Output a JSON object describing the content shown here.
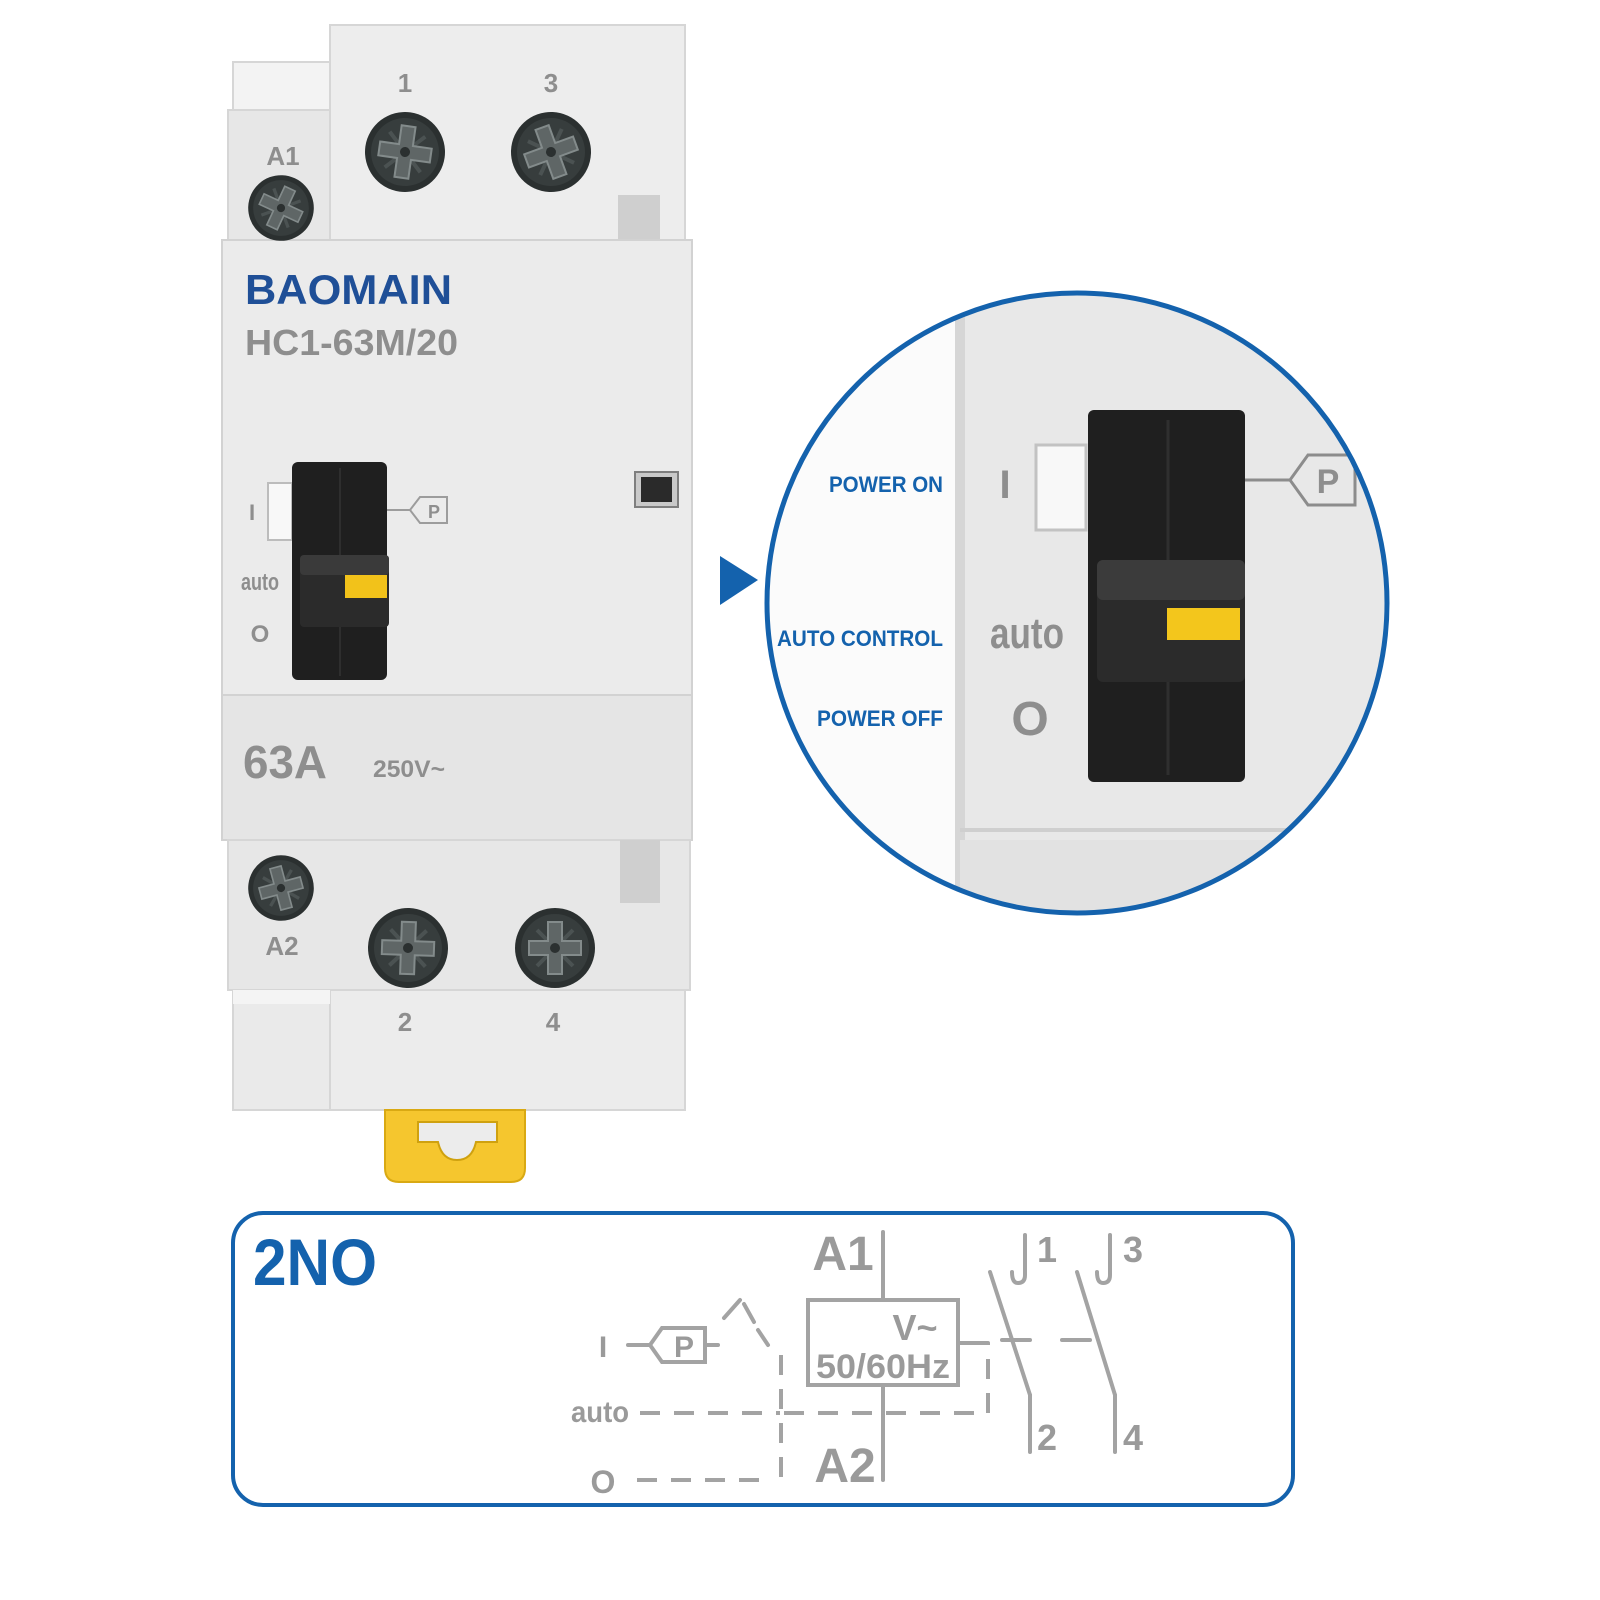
{
  "device": {
    "brand": "BAOMAIN",
    "model": "HC1-63M/20",
    "current_rating": "63A",
    "voltage_rating": "250V~",
    "terminals_top": {
      "t1": "1",
      "t3": "3",
      "a1": "A1"
    },
    "terminals_bottom": {
      "a2": "A2",
      "t2": "2",
      "t4": "4"
    },
    "switch_labels": {
      "on": "I",
      "auto": "auto",
      "off": "O",
      "p_tag": "P"
    }
  },
  "zoom": {
    "labels": {
      "power_on": "POWER ON",
      "auto_control": "AUTO CONTROL",
      "power_off": "POWER OFF"
    },
    "switch_labels": {
      "on": "I",
      "auto": "auto",
      "off": "O",
      "p_tag": "P"
    }
  },
  "diagram": {
    "title": "2NO",
    "coil_top": "A1",
    "coil_bottom": "A2",
    "coil_voltage": "V~",
    "coil_frequency": "50/60Hz",
    "switch_on": "I",
    "switch_p": "P",
    "switch_auto": "auto",
    "switch_off": "O",
    "contacts": [
      {
        "in": "1",
        "out": "2"
      },
      {
        "in": "3",
        "out": "4"
      }
    ]
  },
  "colors": {
    "brand_blue": "#1f4f97",
    "callout_blue": "#1462ad",
    "label_gray": "#8e8e8e",
    "switch_yellow": "#f2c21a",
    "clip_yellow": "#f5c62e"
  }
}
